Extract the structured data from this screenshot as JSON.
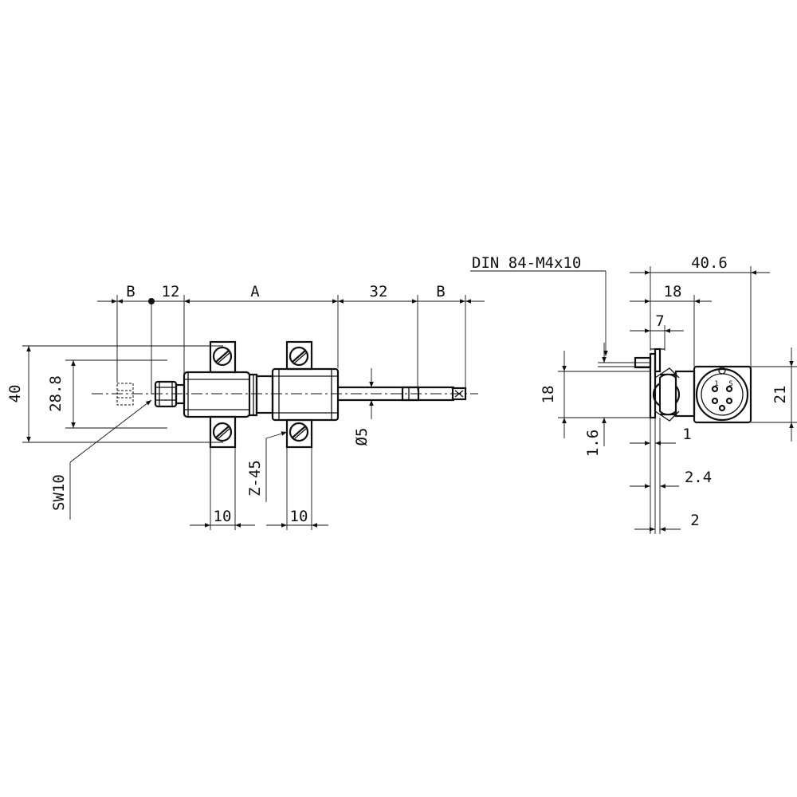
{
  "labels": {
    "dim_b_left": "B",
    "dim_12": "12",
    "dim_a": "A",
    "dim_32": "32",
    "dim_b_right": "B",
    "dim_40": "40",
    "dim_28_8": "28.8",
    "dim_10_left": "10",
    "dim_10_right": "10",
    "dim_z45": "Z-45",
    "dim_sw10": "SW10",
    "dim_dia5": "Ø5",
    "din": "DIN 84-M4x10",
    "dim_40_6": "40.6",
    "dim_18_top": "18",
    "dim_7": "7",
    "dim_18_side": "18",
    "dim_21": "21",
    "dim_1_6": "1.6",
    "dim_1": "1",
    "dim_2_4": "2.4",
    "dim_2": "2",
    "pin_1": "1",
    "pin_s": "S"
  }
}
